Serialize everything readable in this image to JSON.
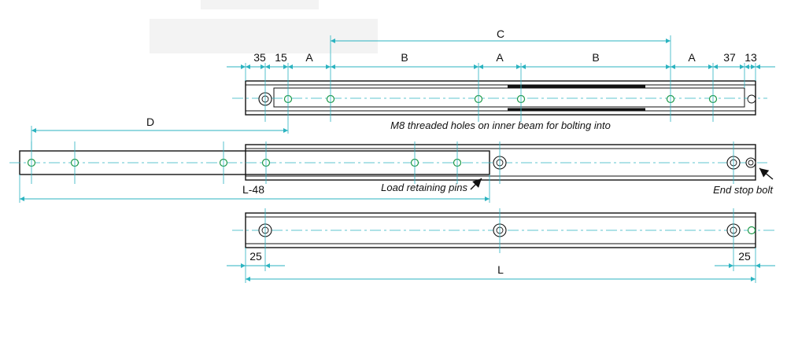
{
  "dimensions": {
    "top_row": [
      "35",
      "15",
      "A",
      "B",
      "A",
      "B",
      "A",
      "37",
      "13"
    ],
    "c_label": "C",
    "d_label": "D",
    "l48_label": "L-48",
    "l_label": "L",
    "left_25": "25",
    "right_25": "25"
  },
  "notes": {
    "m8_holes": "M8 threaded holes on inner beam for bolting into",
    "load_pins": "Load retaining pins",
    "end_stop": "End stop bolt"
  }
}
